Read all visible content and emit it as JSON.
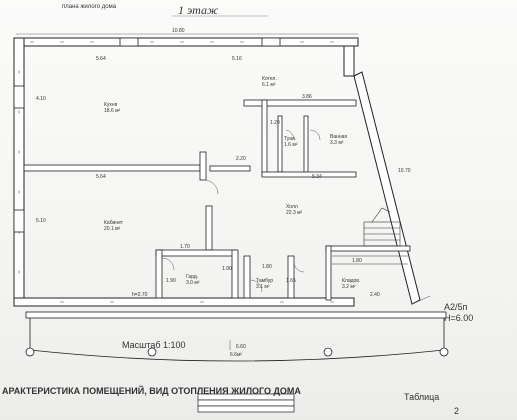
{
  "header": {
    "top_left_text": "плана жилого дома",
    "floor_title": "1 этаж"
  },
  "plan": {
    "overall_dim_top": "10.80",
    "rooms": [
      {
        "name": "Кухня",
        "area": "18.6 м²"
      },
      {
        "name": "Котел.",
        "area": "6.1 м²"
      },
      {
        "name": "Туал.",
        "area": "1.6 м²"
      },
      {
        "name": "Ванная",
        "area": "3.3 м²"
      },
      {
        "name": "Кабинет",
        "area": "20.1 м²"
      },
      {
        "name": "Холл",
        "area": "22.3 м²"
      },
      {
        "name": "Гард.",
        "area": "3.0 м²"
      },
      {
        "name": "Тамбур",
        "area": "3.1 м²"
      },
      {
        "name": "Кладов.",
        "area": "3.2 м²"
      }
    ],
    "dims": {
      "d_top_left": "5.64",
      "d_top_mid": "5.16",
      "d_mid_left": "5.64",
      "d_mid_center": "2.20",
      "d_right_wing": "3.86",
      "d_right_vertical": "10.70",
      "d_left_vertical_top": "4.10",
      "d_left_vertical_bottom": "5.10",
      "d_wet_zone": "1.20",
      "d_mid_right": "5.34",
      "d_1_70": "1.70",
      "d_1_90_a": "1.90",
      "d_1_90_b": "1.90",
      "d_1_80": "1.80",
      "d_1_65": "1.65",
      "d_h": "h=2.70",
      "d_2_40": "2.40",
      "d_1_80_b": "1.80",
      "d_veranda": "6.60"
    }
  },
  "stamp": {
    "code": "A2/5п",
    "height": "H=6.00"
  },
  "scale_label": "Масштаб 1:100",
  "veranda_area": "6.6м²",
  "bottom_caption": "АРАКТЕРИСТИКА ПОМЕЩЕНИЙ, ВИД ОТОПЛЕНИЯ ЖИЛОГО ДОМА",
  "table_label": "Таблица",
  "table_number": "2"
}
